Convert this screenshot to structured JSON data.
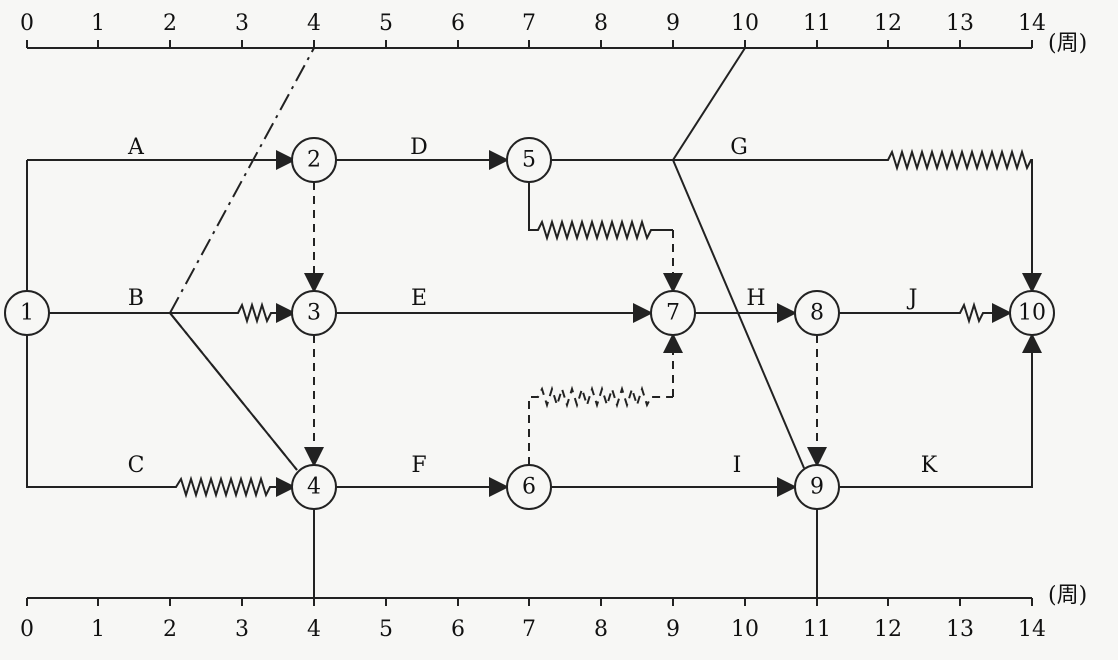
{
  "timeline": {
    "top_ticks": [
      "0",
      "1",
      "2",
      "3",
      "4",
      "5",
      "6",
      "7",
      "8",
      "9",
      "10",
      "11",
      "12",
      "13",
      "14"
    ],
    "bottom_ticks": [
      "0",
      "1",
      "2",
      "3",
      "4",
      "5",
      "6",
      "7",
      "8",
      "9",
      "10",
      "11",
      "12",
      "13",
      "14"
    ],
    "top_unit": "(周)",
    "bottom_unit": "(周)"
  },
  "nodes": [
    "1",
    "2",
    "3",
    "4",
    "5",
    "6",
    "7",
    "8",
    "9",
    "10"
  ],
  "activities": {
    "A": "A",
    "B": "B",
    "C": "C",
    "D": "D",
    "E": "E",
    "F": "F",
    "G": "G",
    "H": "H",
    "I": "I",
    "J": "J",
    "K": "K"
  },
  "colors": {
    "background": "#f7f7f5",
    "ink": "#222222"
  }
}
